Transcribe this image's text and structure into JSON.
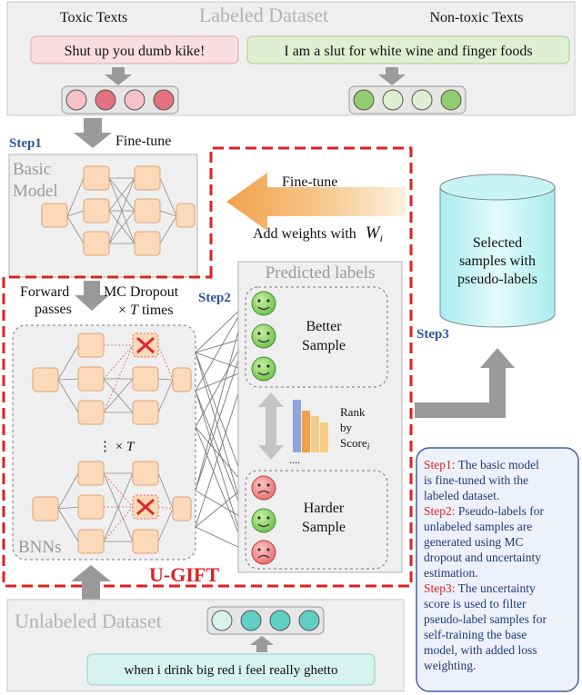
{
  "labeled": {
    "title": "Labeled Dataset",
    "toxic_header": "Toxic Texts",
    "nontoxic_header": "Non-toxic Texts",
    "toxic_example": "Shut up you dumb kike!",
    "nontoxic_example": "I am a slut for white wine and finger foods"
  },
  "step1": {
    "label": "Step1",
    "action": "Fine-tune"
  },
  "basic_model": {
    "line1": "Basic",
    "line2": "Model"
  },
  "feedback": {
    "finetune": "Fine-tune",
    "weights_text": "Add weights with",
    "weights_symbol": "W",
    "weights_sub": "i"
  },
  "selected": {
    "line1": "Selected",
    "line2": "samples with",
    "line3": "pseudo-labels"
  },
  "forward": {
    "line1": "Forward",
    "line2": "passes",
    "mc_line1": "MC Dropout",
    "mc_times_prefix": "×",
    "mc_var": "T",
    "mc_times_suffix": "times"
  },
  "step2": {
    "label": "Step2"
  },
  "step3": {
    "label": "Step3"
  },
  "bnn": {
    "label": "BNNs",
    "times_prefix": "⋮ ×",
    "times_var": "T"
  },
  "predicted": {
    "title": "Predicted labels",
    "better_line1": "Better",
    "better_line2": "Sample",
    "harder_line1": "Harder",
    "harder_line2": "Sample",
    "rank_line1": "Rank",
    "rank_line2": "by",
    "rank_line3": "Score",
    "rank_sub": "i",
    "ellipsis": "...."
  },
  "ugift": {
    "label": "U-GIFT"
  },
  "unlabeled": {
    "title": "Unlabeled Dataset",
    "example": "when i drink big red i feel really ghetto"
  },
  "legend": [
    {
      "step": "Step1:",
      "text": [
        " The basic model",
        "is fine-tuned with the",
        "labeled dataset."
      ]
    },
    {
      "step": "Step2:",
      "text": [
        " Pseudo-labels for",
        "unlabeled samples are",
        "generated using MC",
        "dropout and uncertainty",
        "estimation."
      ]
    },
    {
      "step": "Step3:",
      "text": [
        " The uncertainty",
        "score is used to filter",
        "pseudo-label samples for",
        "self-training the base",
        "model, with added loss",
        "weighting."
      ]
    }
  ],
  "colors": {
    "step_blue": "#2e55a2",
    "red_dashed": "#e02020",
    "toxic_fill": "#f9dde1",
    "nontoxic_fill": "#dff0d2",
    "unlabeled_fill": "#d6f3ee",
    "panel_gray": "#efefef",
    "node_orange": "#fcd9b9",
    "bar_blue": "#8fa6dc",
    "bar_orange": "#f4a04d",
    "bar_yellow": "#f6cd86"
  }
}
